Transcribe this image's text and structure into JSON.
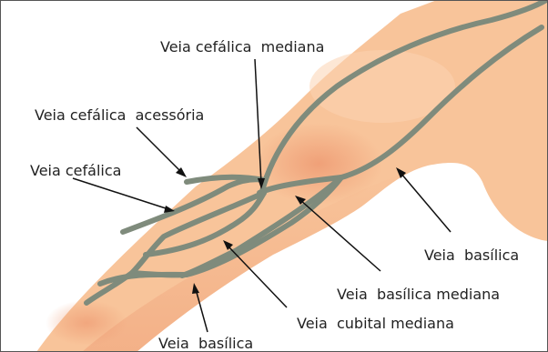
{
  "labels": {
    "cefalica_mediana": "Veia cefálica  mediana",
    "cefalica_acessoria": "Veia cefálica  acessória",
    "cefalica": "Veia cefálica",
    "basilica_upper": "Veia  basílica",
    "basilica_mediana": "Veia  basílica mediana",
    "cubital_mediana": "Veia  cubital mediana",
    "basilica_lower": "Veia  basílica"
  },
  "colors": {
    "skin": "#f8c49a",
    "skin_shadow": "#f0a47c",
    "vein": "#7f8b7c",
    "arrow": "#111111",
    "text": "#222222"
  }
}
